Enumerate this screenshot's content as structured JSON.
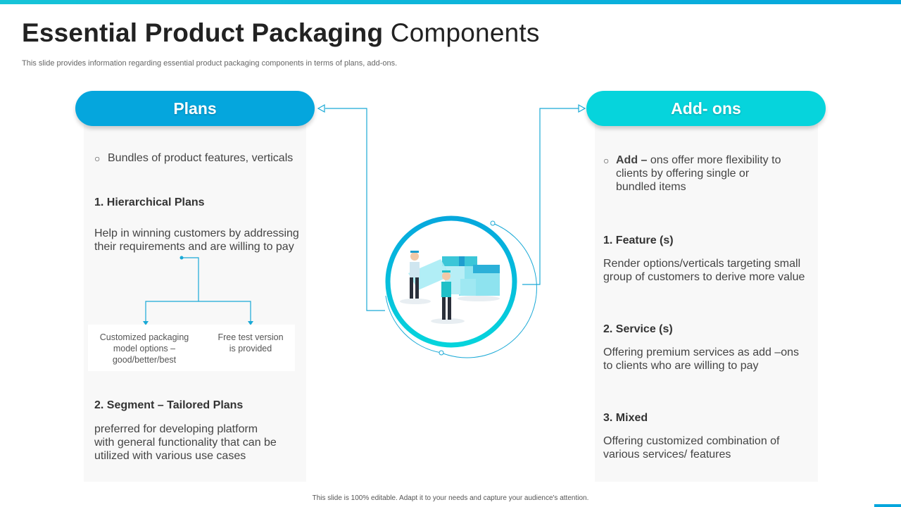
{
  "header": {
    "title_bold": "Essential Product Packaging",
    "title_light": "Components",
    "subtitle": "This slide provides information regarding essential product packaging components in terms of plans, add-ons."
  },
  "plans": {
    "label": "Plans",
    "bullet_text": "Bundles of product features, verticals",
    "item1_heading": "1. Hierarchical Plans",
    "item1_desc_line1": "Help in winning customers by addressing",
    "item1_desc_line2": "their requirements and are willing to pay",
    "option_left_line1": "Customized packaging",
    "option_left_line2": "model options –",
    "option_left_line3": "good/better/best",
    "option_right_line1": "Free test version",
    "option_right_line2": "is provided",
    "item2_heading": "2. Segment – Tailored Plans",
    "item2_desc_line1": "preferred for developing platform",
    "item2_desc_line2": "with general functionality  that can be",
    "item2_desc_line3": "utilized with various use cases"
  },
  "addons": {
    "label": "Add- ons",
    "bullet_bold": "Add –",
    "bullet_rest_line1": "ons offer more flexibility to",
    "bullet_line2": "clients by offering single or",
    "bullet_line3": "bundled items",
    "item1_heading": "1. Feature (s)",
    "item1_desc_line1": "Render options/verticals targeting small",
    "item1_desc_line2": "group of customers to derive more value",
    "item2_heading": "2. Service (s)",
    "item2_desc_line1": "Offering premium services as add –ons",
    "item2_desc_line2": "to clients who are willing to pay",
    "item3_heading": "3. Mixed",
    "item3_desc_line1": "Offering customized combination of",
    "item3_desc_line2": "various services/ features"
  },
  "footer": {
    "note": "This slide is 100% editable. Adapt it to your needs and capture your audience's attention."
  },
  "colors": {
    "accent_blue": "#05a6dd",
    "accent_cyan": "#06d4dc",
    "panel_bg": "#f8f8f8"
  },
  "icons": {
    "center_illustration": "workers-carrying-boxes-illustration",
    "bullet": "circle-bullet-icon"
  }
}
